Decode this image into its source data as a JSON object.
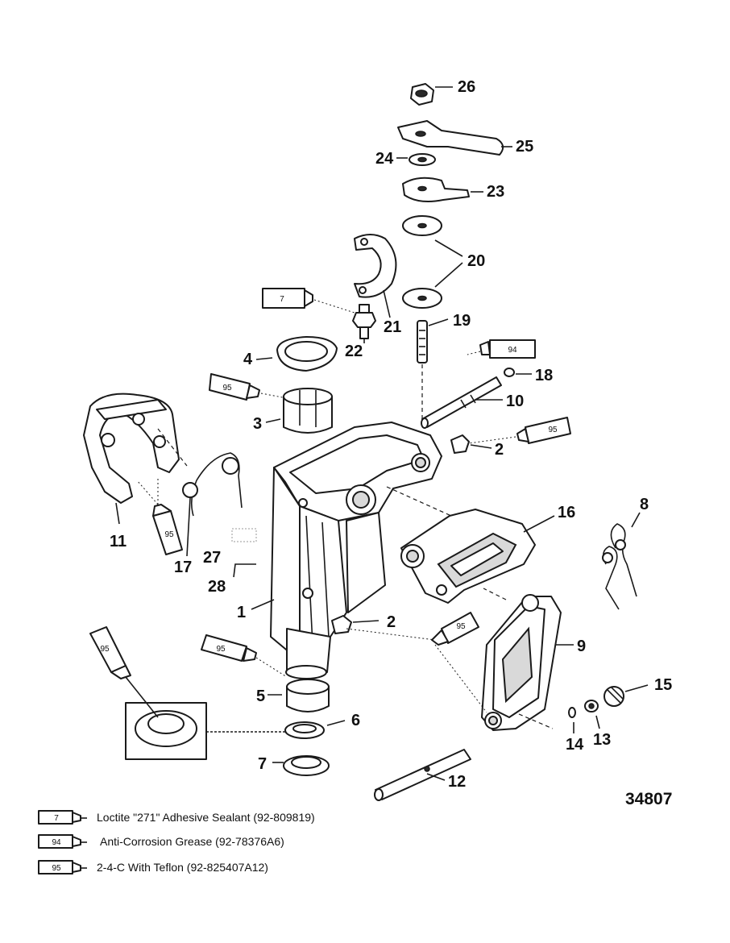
{
  "figure_number": "34807",
  "callouts": {
    "c1": "1",
    "c2a": "2",
    "c2b": "2",
    "c3": "3",
    "c4": "4",
    "c5": "5",
    "c6": "6",
    "c7": "7",
    "c8": "8",
    "c9": "9",
    "c10": "10",
    "c11": "11",
    "c12": "12",
    "c13": "13",
    "c14": "14",
    "c15": "15",
    "c16": "16",
    "c17": "17",
    "c18": "18",
    "c19": "19",
    "c20": "20",
    "c21": "21",
    "c22": "22",
    "c23": "23",
    "c24": "24",
    "c25": "25",
    "c26": "26",
    "c27": "27",
    "c28": "28"
  },
  "tube_labels": {
    "t_loctite": "7",
    "t_grease94": "94",
    "t_95_right": "95",
    "t_95_left": "95",
    "t_95_bracket": "95",
    "t_95_mid": "95",
    "t_95_bushing": "95",
    "t_95_seal": "95"
  },
  "legend": [
    {
      "number": "7",
      "text": "Loctite \"271\" Adhesive Sealant (92-809819)"
    },
    {
      "number": "94",
      "text": "Anti-Corrosion Grease (92-78376A6)"
    },
    {
      "number": "95",
      "text": "2-4-C With Teflon (92-825407A12)"
    }
  ]
}
